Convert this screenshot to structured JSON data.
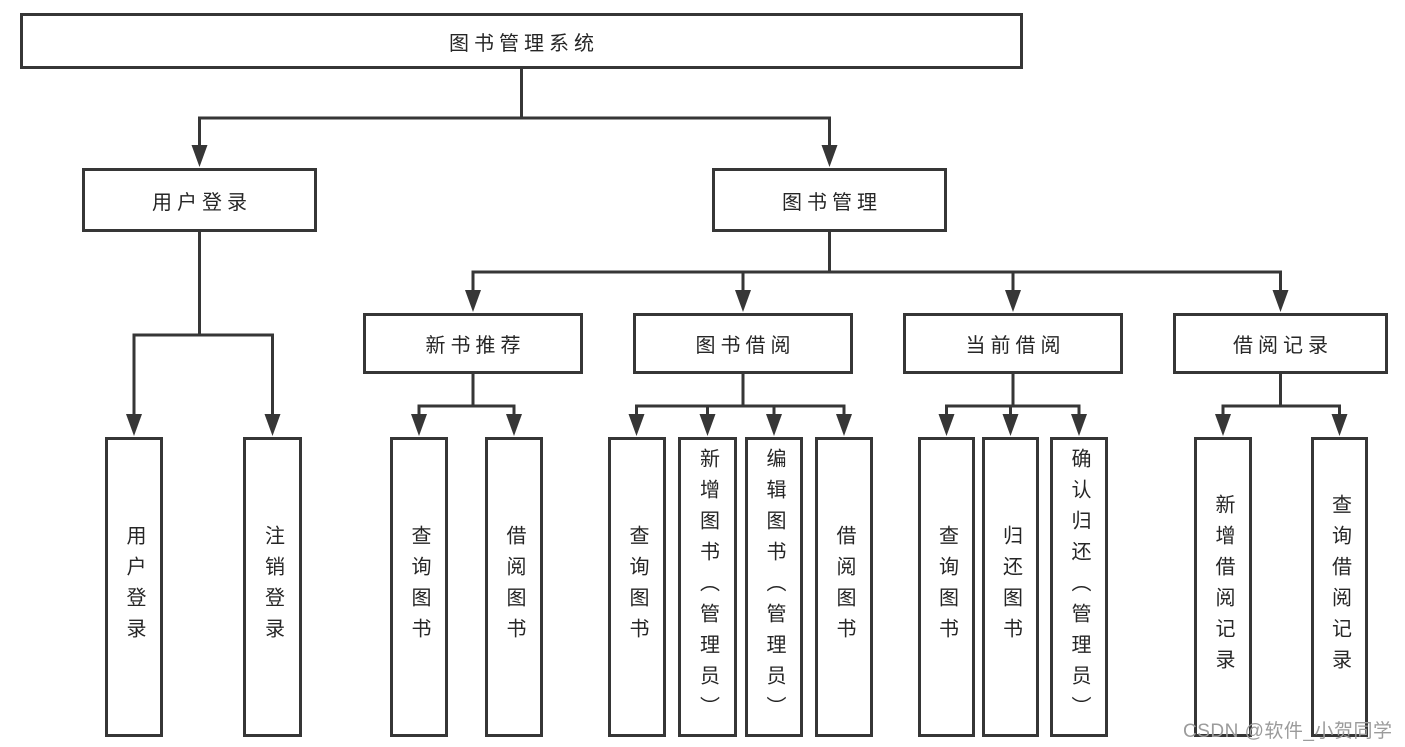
{
  "tree": {
    "label": "图书管理系统",
    "children": [
      {
        "label": "用户登录",
        "children": [
          {
            "label": "用户登录"
          },
          {
            "label": "注销登录"
          }
        ]
      },
      {
        "label": "图书管理",
        "children": [
          {
            "label": "新书推荐",
            "children": [
              {
                "label": "查询图书"
              },
              {
                "label": "借阅图书"
              }
            ]
          },
          {
            "label": "图书借阅",
            "children": [
              {
                "label": "查询图书"
              },
              {
                "label": "新增图书（管理员）"
              },
              {
                "label": "编辑图书（管理员）"
              },
              {
                "label": "借阅图书"
              }
            ]
          },
          {
            "label": "当前借阅",
            "children": [
              {
                "label": "查询图书"
              },
              {
                "label": "归还图书"
              },
              {
                "label": "确认归还（管理员）"
              }
            ]
          },
          {
            "label": "借阅记录",
            "children": [
              {
                "label": "新增借阅记录"
              },
              {
                "label": "查询借阅记录"
              }
            ]
          }
        ]
      }
    ]
  },
  "watermark": {
    "text": "CSDN @软件_小贺同学"
  },
  "colors": {
    "line": "#363636",
    "text": "#262626",
    "background": "#ffffff",
    "watermark": "#9b9b9b"
  }
}
